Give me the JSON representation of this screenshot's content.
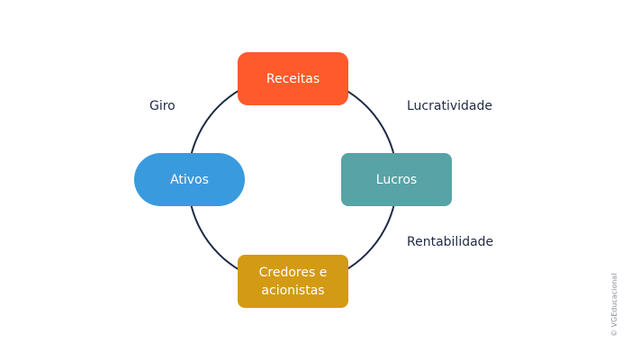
{
  "colors": {
    "circle_stroke": "#1f2a44",
    "label_text": "#1f2a44",
    "receitas_fill": "#ff5a2c",
    "lucros_fill": "#58a3a6",
    "ativos_fill": "#3a9ade",
    "credores_fill": "#d39a13",
    "watermark_text": "#8a8f99"
  },
  "nodes": {
    "receitas": {
      "label": "Receitas"
    },
    "lucros": {
      "label": "Lucros"
    },
    "ativos": {
      "label": "Ativos"
    },
    "credores": {
      "line1": "Credores e",
      "line2": "acionistas"
    }
  },
  "edge_labels": {
    "giro": "Giro",
    "lucratividade": "Lucratividade",
    "rentabilidade": "Rentabilidade"
  },
  "watermark": "© VGEducacional"
}
